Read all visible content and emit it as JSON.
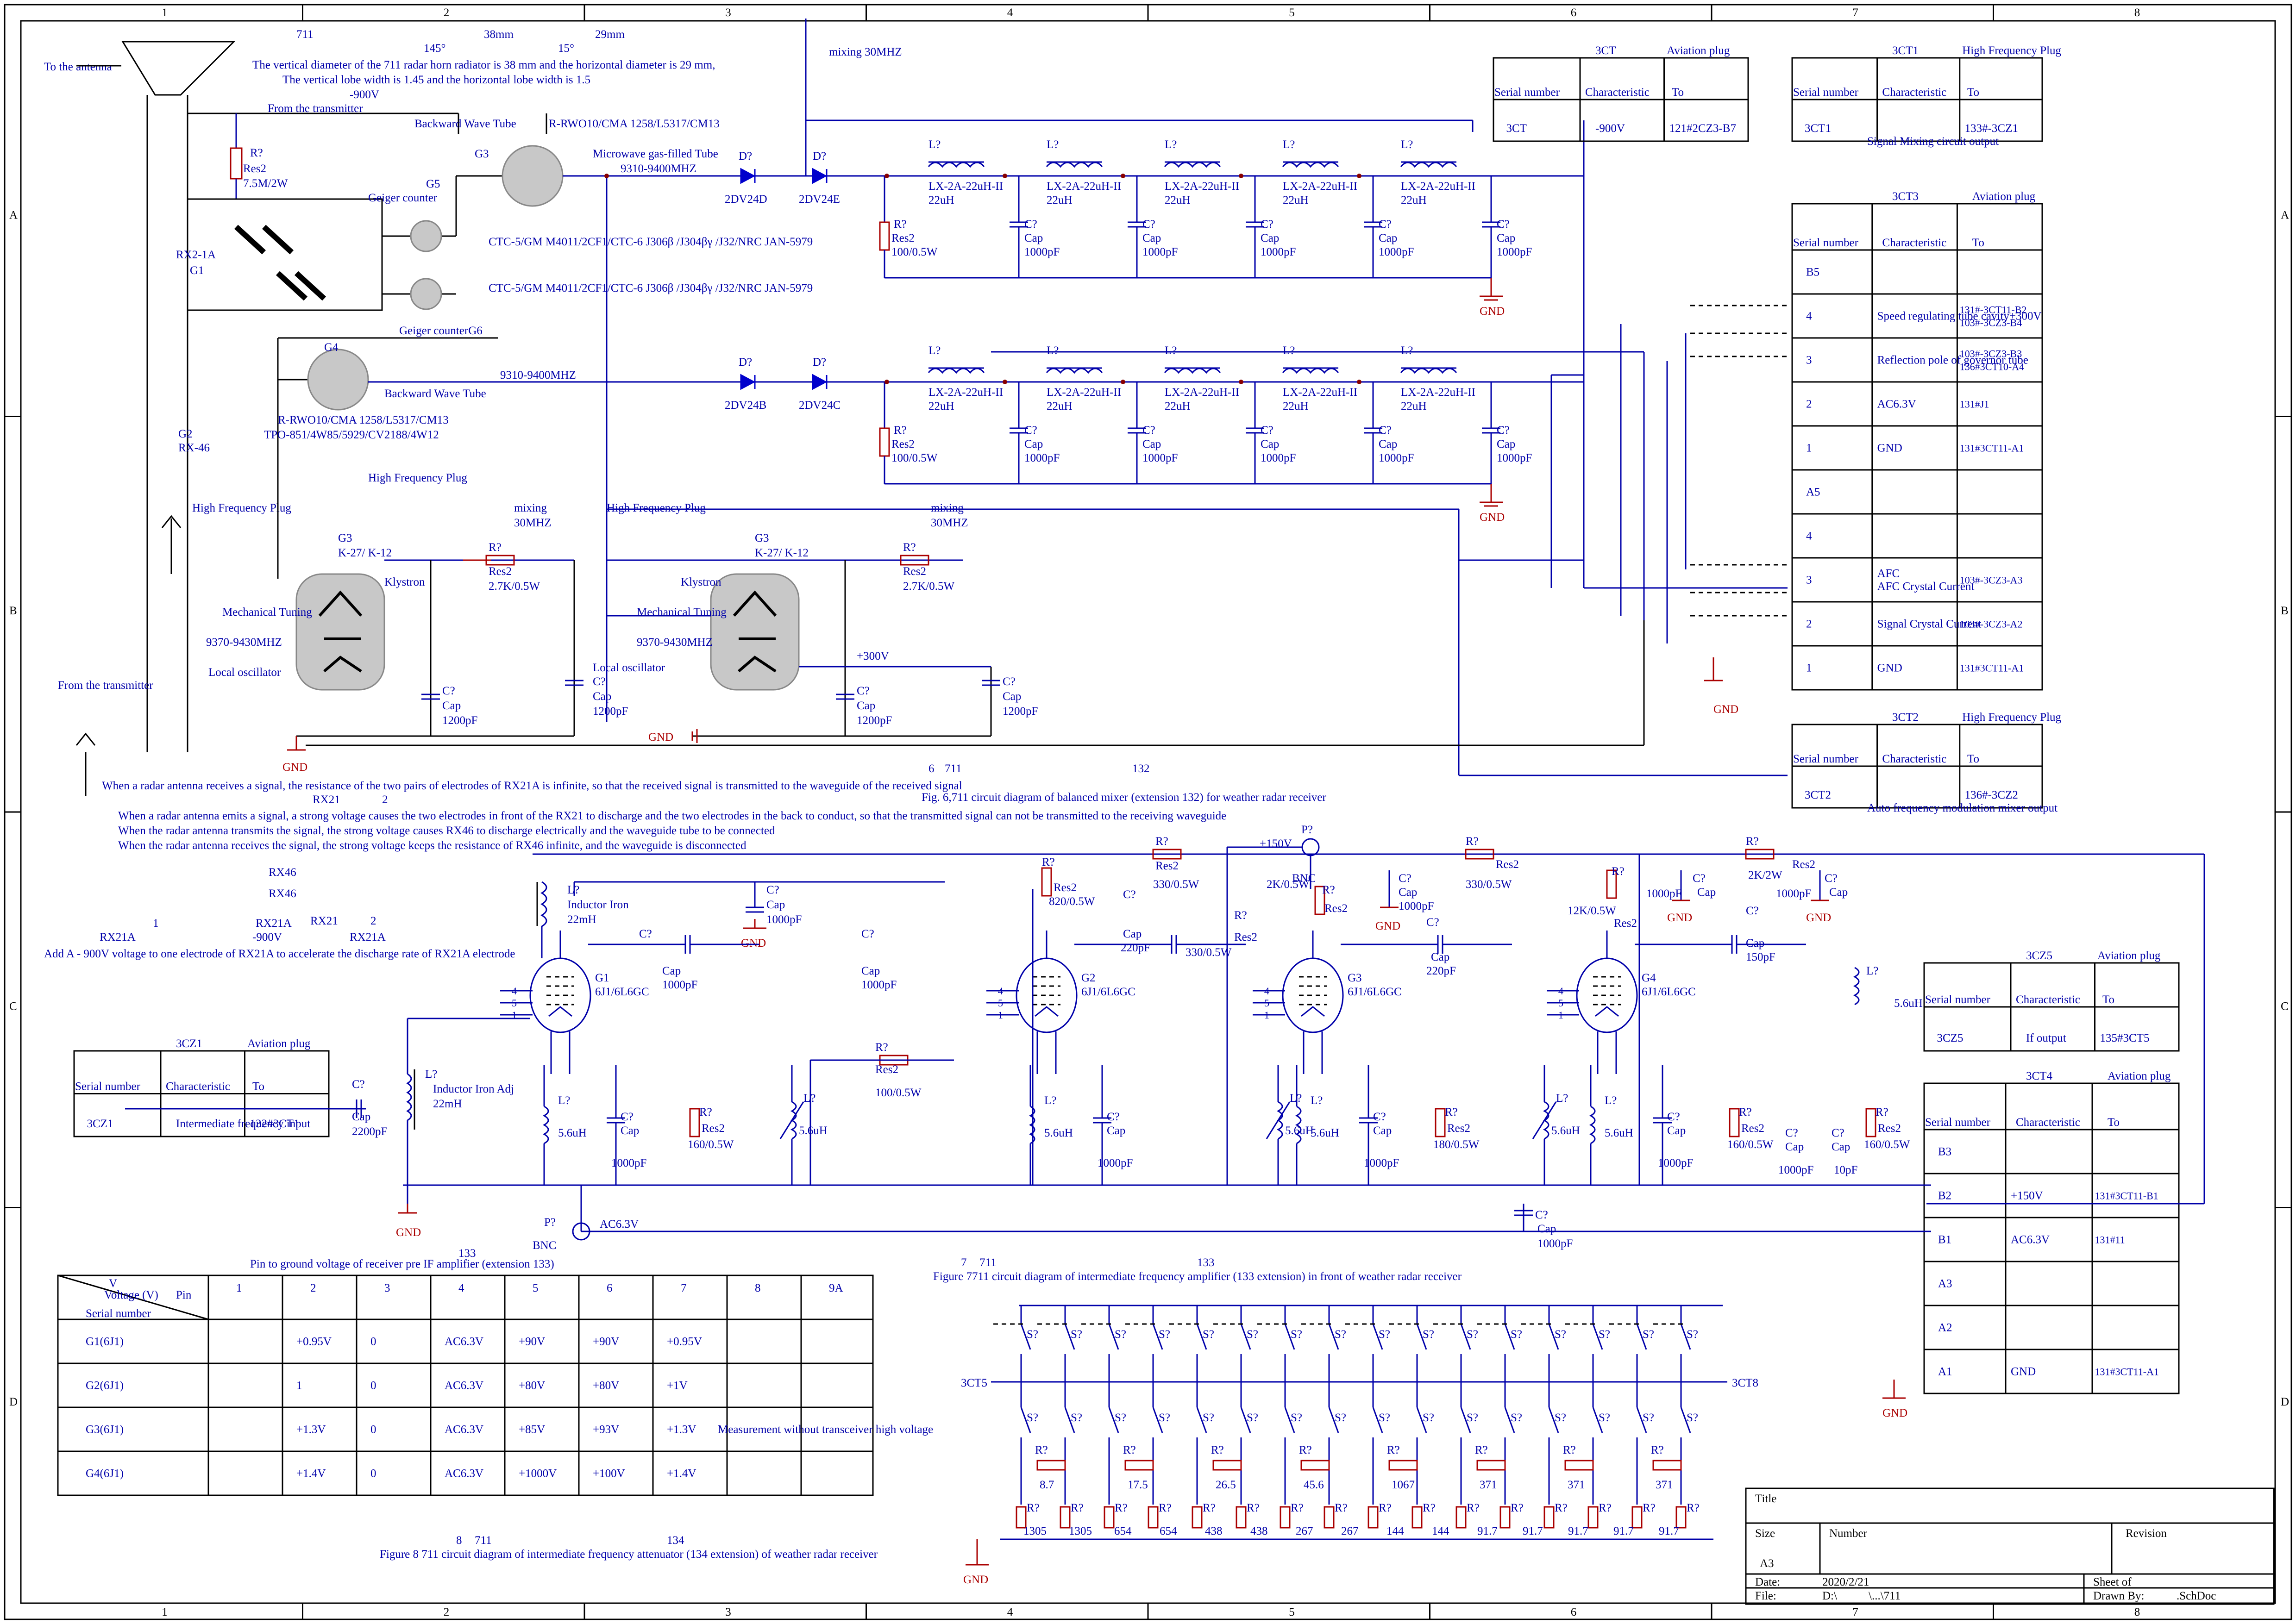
{
  "frame": {
    "columns": [
      "1",
      "2",
      "3",
      "4",
      "5",
      "6",
      "7",
      "8"
    ],
    "rows": [
      "A",
      "B",
      "C",
      "D"
    ]
  },
  "section1": {
    "header": {
      "n711": "711",
      "a145": "145°",
      "a15": "15°",
      "mm38": "38mm",
      "mm29": "29mm",
      "line1": "The vertical diameter of the 711 radar horn radiator is 38 mm and the horizontal diameter is 29 mm,",
      "line2": "The vertical lobe width is 1.45 and the horizontal lobe width is 1.5",
      "v900": "-900V",
      "from_tx": "From the transmitter"
    },
    "to_antenna": "To the antenna",
    "from_tx_left": "From the transmitter",
    "res_top": {
      "ref": "R?",
      "name": "Res2",
      "val": "7.5M/2W"
    },
    "rx21a": {
      "l1": "RX2-1A",
      "l2": "G1"
    },
    "g2": {
      "l1": "G2",
      "l2": "RX-46"
    },
    "hf_plug_left": "High Frequency Plug",
    "hf_plug_mid": "High Frequency Plug",
    "hf_plug_mid2": "High Frequency Plug",
    "geiger1": {
      "ref": "G5",
      "label": "Geiger counter"
    },
    "geiger2": {
      "label": "Geiger counterG6"
    },
    "bwt_top": {
      "label": "Backward Wave Tube",
      "part": "R-RWO10/CMA 1258/L5317/CM13",
      "ref": "G3"
    },
    "mw_tube": {
      "label": "Microwave gas-filled Tube",
      "freq": "9310-9400MHZ"
    },
    "ctc1": "CTC-5/GM M4011/2CF1/CTC-6  J306β /J304βγ /J32/NRC JAN-5979",
    "ctc2": "CTC-5/GM M4011/2CF1/CTC-6  J306β /J304βγ /J32/NRC JAN-5979",
    "bwt_bot": {
      "ref": "G4",
      "label": "Backward Wave Tube",
      "p1": "R-RWO10/CMA 1258/L5317/CM13",
      "p2": "TPO-851/4W85/5929/CV2188/4W12",
      "freq": "9310-9400MHZ"
    },
    "mixing_top": "mixing  30MHZ",
    "mixing_left": {
      "l1": "mixing",
      "l2": "30MHZ"
    },
    "mixing_right": {
      "l1": "mixing",
      "l2": "30MHZ"
    },
    "diodes_top": [
      {
        "ref": "D?",
        "name": "2DV24D"
      },
      {
        "ref": "D?",
        "name": "2DV24E"
      }
    ],
    "diodes_bot": [
      {
        "ref": "D?",
        "name": "2DV24B"
      },
      {
        "ref": "D?",
        "name": "2DV24C"
      }
    ],
    "filter_res": {
      "ref": "R?",
      "name": "Res2",
      "val": "100/0.5W"
    },
    "inductor": {
      "ref": "L?",
      "name": "LX-2A-22uH-II",
      "val": "22uH"
    },
    "cap_filter": {
      "ref": "C?",
      "name": "Cap",
      "val": "1000pF"
    },
    "gnd": "GND",
    "klystron_left": {
      "ref": "G3",
      "part": "K-27/ K-12",
      "name": "Klystron",
      "tune": "Mechanical Tuning",
      "freq": "9370-9430MHZ",
      "lo": "Local oscillator"
    },
    "klystron_right": {
      "ref": "G3",
      "part": "K-27/ K-12",
      "name": "Klystron",
      "tune": "Mechanical Tuning",
      "freq": "9370-9430MHZ",
      "lo": "Local oscillator"
    },
    "kly_res": {
      "ref": "R?",
      "name": "Res2",
      "val": "2.7K/0.5W"
    },
    "kly_cap": {
      "ref": "C?",
      "name": "Cap",
      "val": "1200pF"
    },
    "v300": "+300V",
    "gnd_red": "GND",
    "notes": [
      "When a radar antenna receives a signal, the resistance of the two pairs of electrodes of RX21A is infinite, so that the received signal is transmitted to the waveguide of the received signal",
      "When a radar antenna emits a signal, a strong voltage causes the two electrodes in front of the RX21 to discharge and the two electrodes in the back to conduct, so that the transmitted signal can not be transmitted to the receiving waveguide",
      "When the radar antenna transmits the signal, the strong voltage causes RX46 to discharge electrically and the waveguide tube to be connected",
      "When the radar antenna receives the signal, the strong voltage keeps the resistance of RX46 infinite, and the waveguide is disconnected"
    ],
    "fig6": {
      "n1": "6",
      "n2": "711",
      "n3": "132",
      "caption": "Fig. 6,711 circuit diagram of balanced mixer (extension 132) for weather radar receiver",
      "rx21": "RX21",
      "two": "2"
    }
  },
  "plugs": {
    "ct3": {
      "title": "3CT",
      "sub": "Aviation plug",
      "h1": "Serial number",
      "h2": "Characteristic",
      "h3": "To",
      "r1": "3CT",
      "r2": "-900V",
      "r3": "121#2CZ3-B7"
    },
    "ct1": {
      "title": "3CT1",
      "sub": "High Frequency Plug",
      "h1": "Serial number",
      "h2": "Characteristic",
      "h3": "To",
      "r1": "3CT1",
      "r3": "133#-3CZ1",
      "note": "Signal Mixing circuit output"
    },
    "ct3b": {
      "title": "3CT3",
      "sub": "Aviation plug",
      "h1": "Serial number",
      "h2": "Characteristic",
      "h3": "To",
      "rows": [
        {
          "a": "B5",
          "b": "",
          "c": ""
        },
        {
          "a": "4",
          "b": "Speed regulating tube cavity+300V",
          "c": "131#-3CT11-B2\n103#-3CZ3-B4"
        },
        {
          "a": "3",
          "b": "Reflection pole of governor tube",
          "c": "103#-3CZ3-B3\n136#3CT10-A4"
        },
        {
          "a": "2",
          "b": "AC6.3V",
          "c": "131#J1"
        },
        {
          "a": "1",
          "b": "GND",
          "c": "131#3CT11-A1"
        },
        {
          "a": "A5",
          "b": "",
          "c": ""
        },
        {
          "a": "4",
          "b": "",
          "c": ""
        },
        {
          "a": "3",
          "b": "AFC\nAFC Crystal Current",
          "c": "103#-3CZ3-A3"
        },
        {
          "a": "2",
          "b": "Signal Crystal Current",
          "c": "103#-3CZ3-A2"
        },
        {
          "a": "1",
          "b": "GND",
          "c": "131#3CT11-A1"
        }
      ]
    },
    "ct2": {
      "title": "3CT2",
      "sub": "High Frequency Plug",
      "h1": "Serial number",
      "h2": "Characteristic",
      "h3": "To",
      "r1": "3CT2",
      "r3": "136#-3CZ2",
      "note": "Auto frequency modulation mixer output"
    },
    "cz5": {
      "title": "3CZ5",
      "sub": "Aviation plug",
      "h1": "Serial number",
      "h2": "Characteristic",
      "h3": "To",
      "r1": "3CZ5",
      "r2": "If output",
      "r3": "135#3CT5"
    },
    "ct4": {
      "title": "3CT4",
      "sub": "Aviation plug",
      "h1": "Serial number",
      "h2": "Characteristic",
      "h3": "To",
      "rows": [
        {
          "a": "B3",
          "b": "",
          "c": ""
        },
        {
          "a": "B2",
          "b": "+150V",
          "c": "131#3CT11-B1"
        },
        {
          "a": "B1",
          "b": "AC6.3V",
          "c": "131#11"
        },
        {
          "a": "A3",
          "b": "",
          "c": ""
        },
        {
          "a": "A2",
          "b": "",
          "c": ""
        },
        {
          "a": "A1",
          "b": "GND",
          "c": "131#3CT11-A1"
        }
      ]
    },
    "cz1": {
      "title": "3CZ1",
      "sub": "Aviation plug",
      "h1": "Serial number",
      "h2": "Characteristic",
      "h3": "To",
      "r1": "3CZ1",
      "r2": "Intermediate frequency input",
      "r3": "132#3CT1"
    }
  },
  "section2": {
    "rx46a": "RX46",
    "rx46b": "RX46",
    "rx21": "RX21",
    "two": "2",
    "rx21a1": "RX21A",
    "one": "1",
    "rx21a2": "RX21A",
    "two2": "2",
    "v900": "-900V",
    "rx21a3": "RX21A",
    "add_note": "Add A - 900V voltage to one electrode of RX21A to accelerate the discharge rate of RX21A electrode",
    "tubes": [
      {
        "ref": "G1",
        "part": "6J1/6L6GC"
      },
      {
        "ref": "G2",
        "part": "6J1/6L6GC"
      },
      {
        "ref": "G3",
        "part": "6J1/6L6GC"
      },
      {
        "ref": "G4",
        "part": "6J1/6L6GC"
      }
    ],
    "inductor_iron": {
      "ref": "L?",
      "name": "Inductor Iron",
      "val": "22mH"
    },
    "inductor_adj": {
      "ref": "L?",
      "name": "Inductor Iron Adj",
      "val": "22mH"
    },
    "cap_in": {
      "ref": "C?",
      "name": "Cap",
      "val": "2200pF"
    },
    "c1000": {
      "ref": "C?",
      "name": "Cap",
      "val": "1000pF"
    },
    "c220": {
      "ref": "C?",
      "name": "Cap",
      "val": "220pF"
    },
    "c150": {
      "ref": "C?",
      "name": "Cap",
      "val": "150pF"
    },
    "c10": {
      "ref": "C?",
      "name": "Cap",
      "val": "10pF"
    },
    "l56": {
      "ref": "L?",
      "val": "5.6uH"
    },
    "r820": {
      "ref": "R?",
      "name": "Res2",
      "val": "820/0.5W"
    },
    "r330": {
      "ref": "R?",
      "name": "Res2",
      "val": "330/0.5W"
    },
    "r330b": "330/0.5W",
    "r100": {
      "ref": "R?",
      "name": "Res2",
      "val": "100/0.5W"
    },
    "r160": {
      "ref": "R?",
      "name": "Res2",
      "val": "160/0.5W"
    },
    "r180": {
      "ref": "R?",
      "name": "Res2",
      "val": "180/0.5W"
    },
    "r2k": {
      "ref": "R?",
      "name": "Res2",
      "val": "2K/0.5W"
    },
    "r2k2w": {
      "ref": "R?",
      "name": "Res2",
      "val": "2K/2W"
    },
    "r12k": {
      "ref": "R?",
      "name": "Res2",
      "val": "12K/0.5W"
    },
    "v150": "+150V",
    "bnc": {
      "ref": "P?",
      "name": "BNC"
    },
    "ac63": "AC6.3V",
    "gnd": "GND",
    "fig7": {
      "n1": "7",
      "n2": "711",
      "n3": "133",
      "caption": "Figure 7711 circuit diagram of intermediate frequency amplifier (133 extension) in front of weather radar receiver"
    }
  },
  "pin_table": {
    "title_num": "133",
    "title": "Pin to ground voltage of receiver pre IF amplifier (extension 133)",
    "corner": {
      "v": "V",
      "vp": "Voltage (V)",
      "pin": "Pin",
      "serial": "Serial number"
    },
    "pins": [
      "1",
      "2",
      "3",
      "4",
      "5",
      "6",
      "7",
      "8",
      "9A"
    ],
    "rows": [
      {
        "name": "G1(6J1)",
        "vals": [
          "",
          "+0.95V",
          "0",
          "AC6.3V",
          "+90V",
          "+90V",
          "+0.95V",
          "",
          ""
        ]
      },
      {
        "name": "G2(6J1)",
        "vals": [
          "",
          "1",
          "0",
          "AC6.3V",
          "+80V",
          "+80V",
          "+1V",
          "",
          ""
        ]
      },
      {
        "name": "G3(6J1)",
        "vals": [
          "",
          "+1.3V",
          "0",
          "AC6.3V",
          "+85V",
          "+93V",
          "+1.3V",
          "",
          ""
        ]
      },
      {
        "name": "G4(6J1)",
        "vals": [
          "",
          "+1.4V",
          "0",
          "AC6.3V",
          "+1000V",
          "+100V",
          "+1.4V",
          "",
          ""
        ]
      }
    ],
    "measure_note": "Measurement without transceiver high voltage"
  },
  "attenuator": {
    "ct5": "3CT5",
    "ct8": "3CT8",
    "sw": "S?",
    "res": "R?",
    "top_vals": [
      "8.7",
      "17.5",
      "26.5",
      "45.6",
      "1067",
      "371",
      "371",
      "371"
    ],
    "bot_vals": [
      "1305",
      "1305",
      "654",
      "654",
      "438",
      "438",
      "267",
      "267",
      "144",
      "144",
      "91.7",
      "91.7",
      "91.7",
      "91.7",
      "91.7"
    ],
    "fig8": {
      "n1": "8",
      "n2": "711",
      "n3": "134",
      "caption": "Figure 8    711 circuit diagram of intermediate frequency attenuator (134 extension) of weather radar receiver"
    },
    "gnd": "GND"
  },
  "title_block": {
    "title": "Title",
    "size_l": "Size",
    "size": "A3",
    "number": "Number",
    "revision": "Revision",
    "date_l": "Date:",
    "date": "2020/2/21",
    "file_l": "File:",
    "file": "D:\\",
    "file2": "\\...\\711",
    "sheet": "Sheet    of",
    "drawn": "Drawn By:",
    "schdoc": ".SchDoc"
  }
}
